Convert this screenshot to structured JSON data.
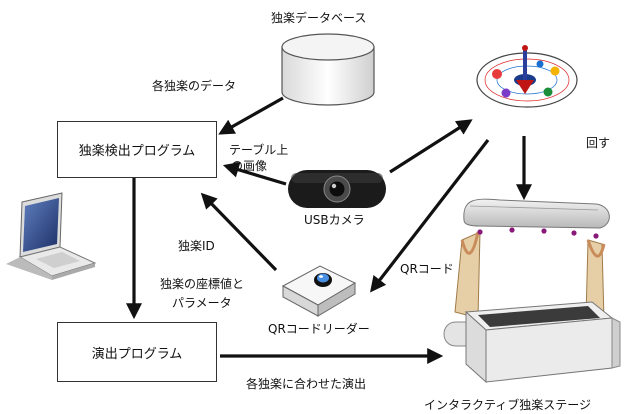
{
  "nodes": {
    "database": "独楽データベース",
    "detection_program": "独楽検出プログラム",
    "effect_program": "演出プログラム",
    "usb_camera": "USBカメラ",
    "qr_reader": "QRコードリーダー",
    "stage": "インタラクティブ独楽ステージ"
  },
  "edges": {
    "koma_data": "各独楽のデータ",
    "table_image_1": "テーブル上",
    "table_image_2": "の画像",
    "koma_id": "独楽ID",
    "coords_1": "独楽の座標値と",
    "coords_2": "パラメータ",
    "qr_code": "QRコード",
    "rotate": "回す",
    "matched_effect": "各独楽に合わせた演出"
  },
  "icons": [
    "database-icon",
    "spinning-top-icon",
    "laptop-icon",
    "usb-camera-icon",
    "qr-reader-icon",
    "stage-icon"
  ]
}
